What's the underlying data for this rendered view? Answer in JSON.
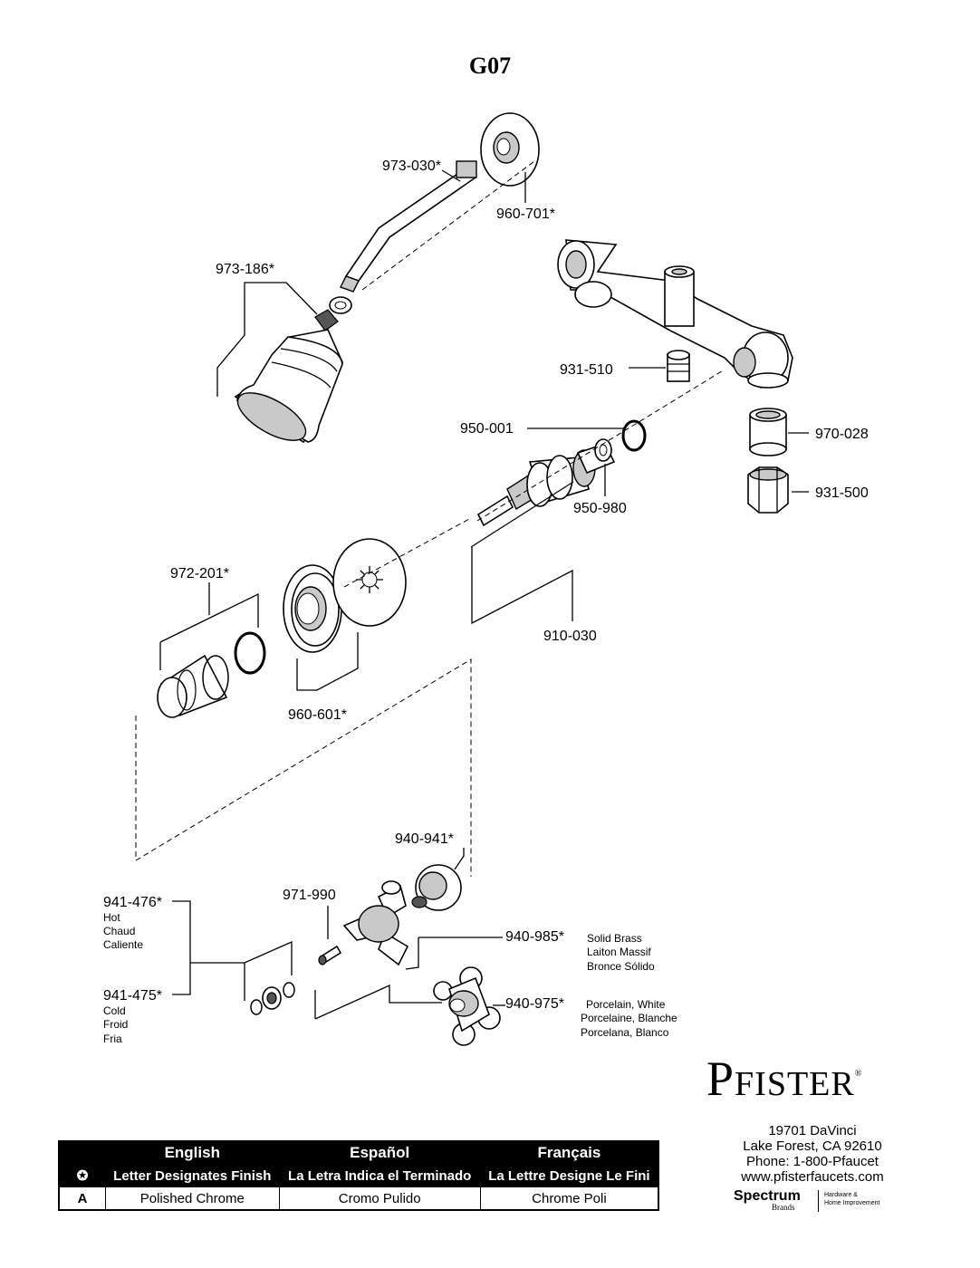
{
  "model": "G07",
  "parts": [
    {
      "id": "973-030*"
    },
    {
      "id": "960-701*"
    },
    {
      "id": "973-186*"
    },
    {
      "id": "931-510"
    },
    {
      "id": "950-001"
    },
    {
      "id": "970-028"
    },
    {
      "id": "931-500"
    },
    {
      "id": "950-980"
    },
    {
      "id": "972-201*"
    },
    {
      "id": "910-030"
    },
    {
      "id": "960-601*"
    },
    {
      "id": "940-941*"
    },
    {
      "id": "971-990"
    },
    {
      "id": "941-476*",
      "notes": [
        "Hot",
        "Chaud",
        "Caliente"
      ]
    },
    {
      "id": "940-985*",
      "notes": [
        "Solid Brass",
        "Laiton Massif",
        "Bronce Sólido"
      ]
    },
    {
      "id": "941-475*",
      "notes": [
        "Cold",
        "Froid",
        "Fria"
      ]
    },
    {
      "id": "940-975*",
      "notes": [
        "Porcelain, White",
        "Porcelaine, Blanche",
        "Porcelana, Blanco"
      ]
    }
  ],
  "brand": {
    "name": "Pfister",
    "address": [
      "19701 DaVinci",
      "Lake Forest, CA 92610",
      "Phone: 1-800-Pfaucet",
      "www.pfisterfaucets.com"
    ],
    "parent": "Spectrum",
    "parent_sub": "Brands",
    "parent_tag": [
      "Hardware &",
      "Home Improvement"
    ]
  },
  "finish_table": {
    "headers": [
      "English",
      "Español",
      "Français"
    ],
    "note_symbol": "✪",
    "notes": [
      "Letter Designates Finish",
      "La Letra Indica el Terminado",
      "La Lettre Designe Le Fini"
    ],
    "rows": [
      {
        "code": "A",
        "values": [
          "Polished Chrome",
          "Cromo Pulido",
          "Chrome Poli"
        ]
      }
    ]
  }
}
